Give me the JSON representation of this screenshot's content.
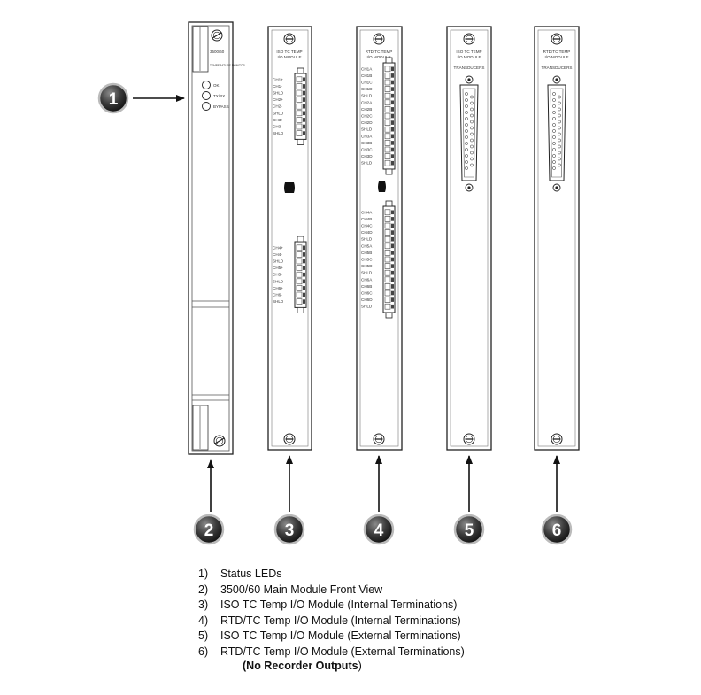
{
  "callouts": [
    "1",
    "2",
    "3",
    "4",
    "5",
    "6"
  ],
  "main_module": {
    "model": "3500/60",
    "subtitle": "TEMPERATURE MONITOR",
    "leds": [
      "OK",
      "TX/RX",
      "BYPASS"
    ]
  },
  "module3": {
    "title_lines": [
      "ISO TC TEMP",
      "I/O MODULE"
    ],
    "terminals_top": [
      "CH1+",
      "CH1-",
      "SHLD",
      "CH2+",
      "CH2-",
      "SHLD",
      "CH3+",
      "CH3-",
      "SHLD"
    ],
    "terminals_bottom": [
      "CH4+",
      "CH4-",
      "SHLD",
      "CH5+",
      "CH5-",
      "SHLD",
      "CH6+",
      "CH6-",
      "SHLD"
    ]
  },
  "module4": {
    "title_lines": [
      "RTD/TC TEMP",
      "I/O MODULE"
    ],
    "terminals_top": [
      "CH1A",
      "CH1B",
      "CH1C",
      "CH1D",
      "SHLD",
      "CH2A",
      "CH2B",
      "CH2C",
      "CH2D",
      "SHLD",
      "CH3A",
      "CH3B",
      "CH3C",
      "CH3D",
      "SHLD"
    ],
    "terminals_bottom": [
      "CH4A",
      "CH4B",
      "CH4C",
      "CH4D",
      "SHLD",
      "CH5A",
      "CH5B",
      "CH5C",
      "CH5D",
      "SHLD",
      "CH6A",
      "CH6B",
      "CH6C",
      "CH6D",
      "SHLD"
    ]
  },
  "module5": {
    "title_lines": [
      "ISO TC TEMP",
      "I/O MODULE"
    ],
    "connector_label": "TRANSDUCERS"
  },
  "module6": {
    "title_lines": [
      "RTD/TC TEMP",
      "I/O MODULE"
    ],
    "connector_label": "TRANSDUCERS"
  },
  "legend": [
    {
      "num": "1)",
      "text": "Status LEDs"
    },
    {
      "num": "2)",
      "text": "3500/60 Main Module Front View"
    },
    {
      "num": "3)",
      "text": "ISO TC Temp I/O Module (Internal Terminations)"
    },
    {
      "num": "4)",
      "text": "RTD/TC Temp I/O Module (Internal Terminations)"
    },
    {
      "num": "5)",
      "text": "ISO TC Temp I/O Module (External Terminations)"
    },
    {
      "num": "6)",
      "text": "RTD/TC Temp I/O Module (External Terminations)"
    }
  ],
  "legend_note": {
    "bold": "(No Recorder Outputs",
    "rest": ")"
  }
}
